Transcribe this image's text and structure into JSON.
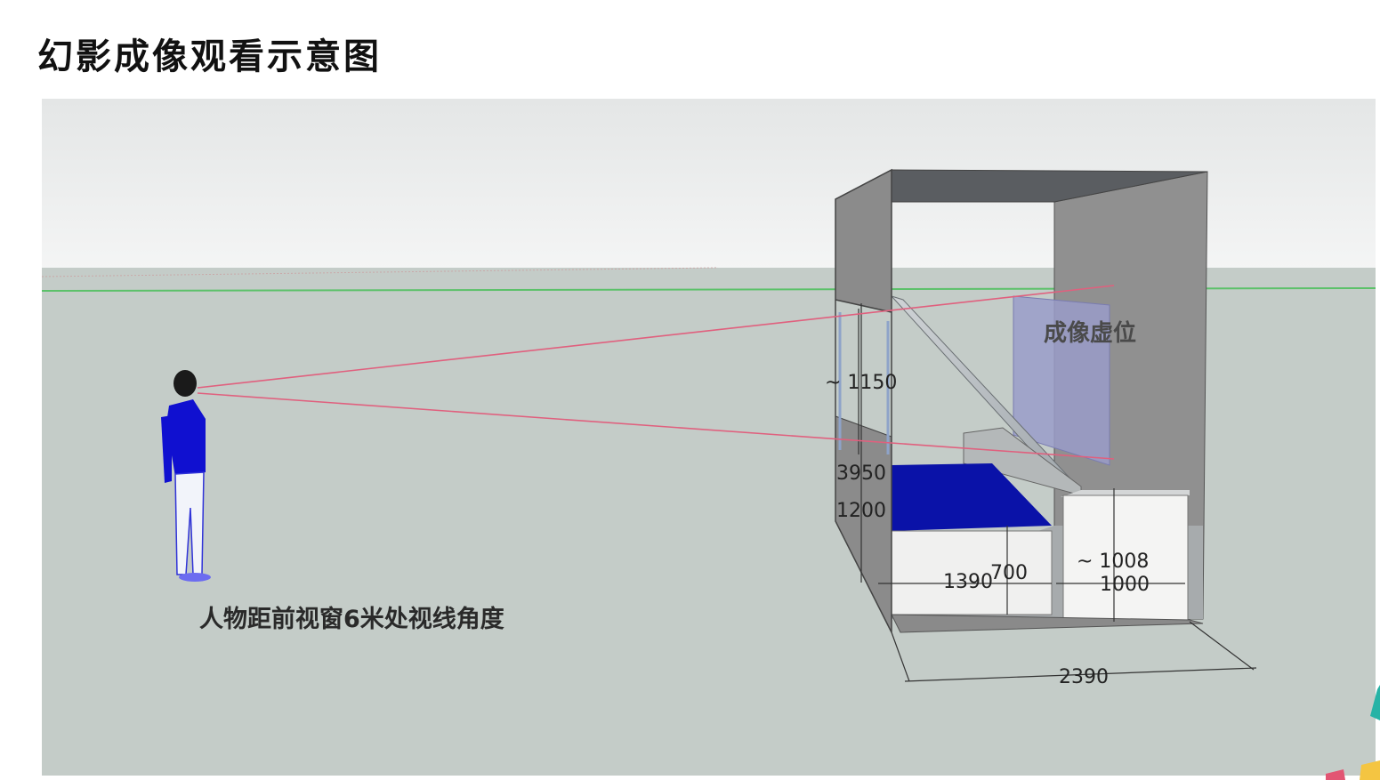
{
  "page": {
    "title": "幻影成像观看示意图"
  },
  "diagram": {
    "viewer_caption": "人物距前视窗6米处视线角度",
    "virtual_image_label": "成像虚位",
    "dimensions": {
      "front_window_height": "~ 1150",
      "total_height": "3950",
      "base_height": "1200",
      "stage_depth": "1390",
      "stage_height": "700",
      "right_box_height": "~ 1008",
      "right_box_width": "1000",
      "total_width": "2390"
    },
    "colors": {
      "sky_top": "#ebecec",
      "ground": "#c4ccc8",
      "horizon_green": "#5cc16a",
      "sight_line": "#e0607e",
      "stage_blue": "#0a12a8",
      "virtual_image": "#9a9cc9",
      "booth_wall": "#8a8a8a",
      "booth_roof": "#5a5d61",
      "person_shirt": "#1010d0"
    }
  }
}
